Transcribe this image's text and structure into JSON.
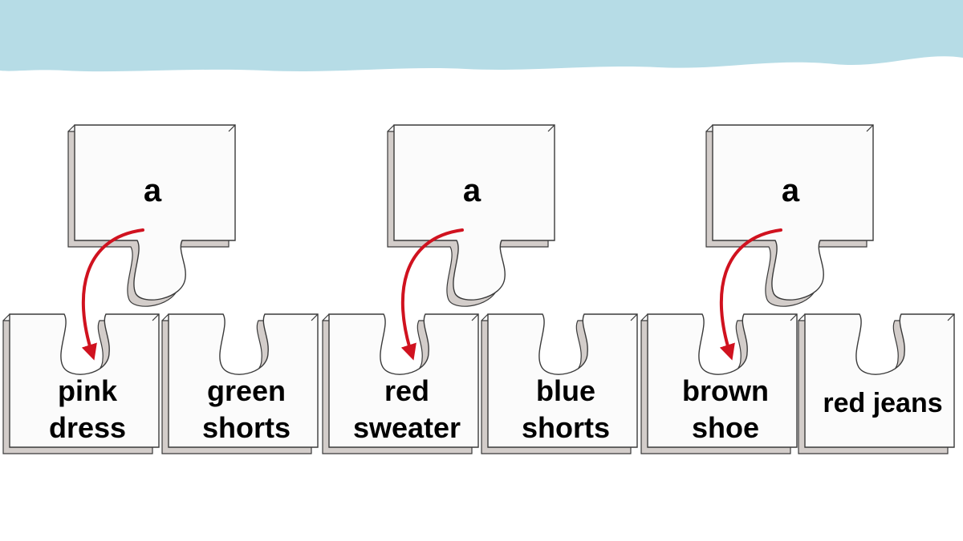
{
  "banner": {
    "color": "#b6dce6"
  },
  "colors": {
    "piece_fill": "#fbfbfb",
    "piece_side": "#d3cdca",
    "outline": "#3a3a3a",
    "arrow": "#d0121f"
  },
  "groups": [
    {
      "top": {
        "label": "a"
      },
      "bottom": [
        {
          "lines": [
            "pink",
            "dress"
          ]
        },
        {
          "lines": [
            "green",
            "shorts"
          ]
        }
      ]
    },
    {
      "top": {
        "label": "a"
      },
      "bottom": [
        {
          "lines": [
            "red",
            "sweater"
          ]
        },
        {
          "lines": [
            "blue",
            "shorts"
          ]
        }
      ]
    },
    {
      "top": {
        "label": "a"
      },
      "bottom": [
        {
          "lines": [
            "brown",
            "shoe"
          ]
        },
        {
          "lines": [
            "red jeans"
          ]
        }
      ]
    }
  ]
}
